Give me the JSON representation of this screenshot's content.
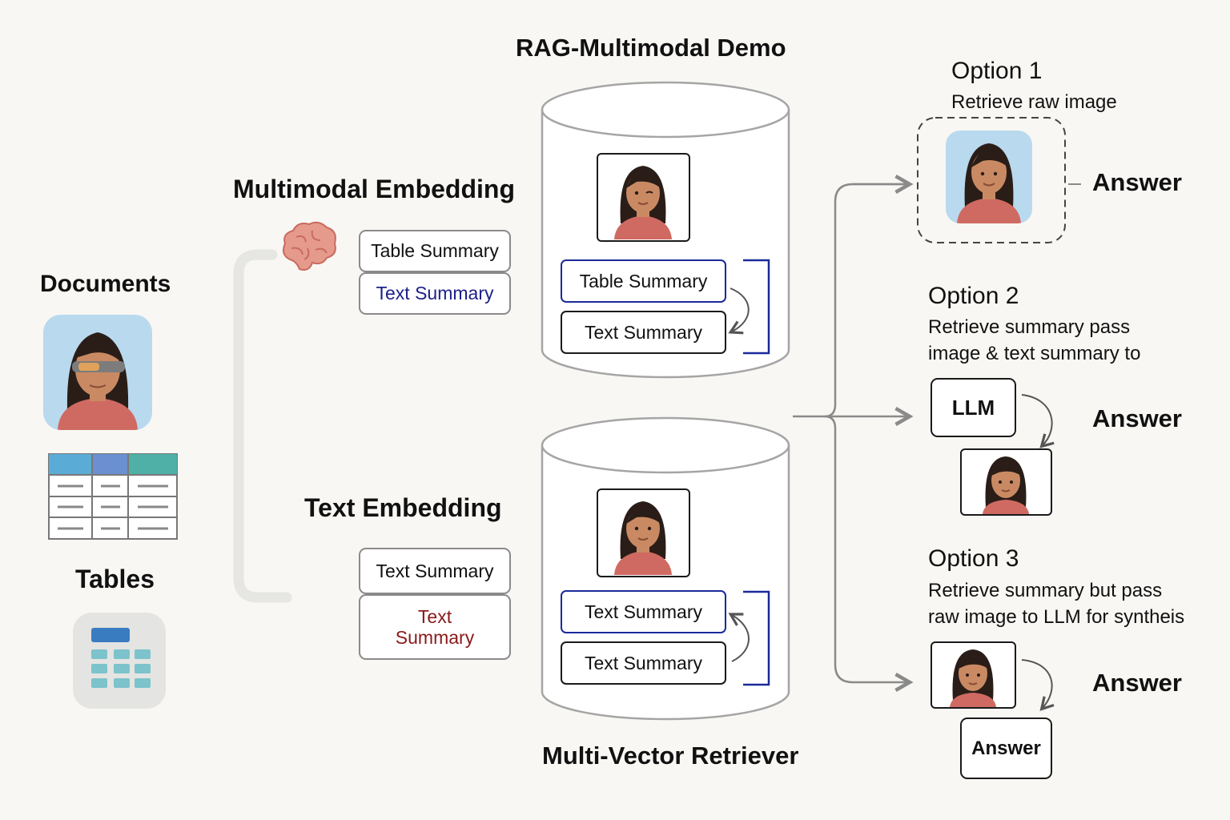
{
  "title": "RAG-Multimodal Demo",
  "footer_title": "Multi-Vector Retriever",
  "sources": {
    "documents_label": "Documents",
    "tables_label": "Tables"
  },
  "embeddings": {
    "multimodal_label": "Multimodal Embedding",
    "multimodal_boxes": [
      "Table Summary",
      "Text Summary"
    ],
    "text_label": "Text Embedding",
    "text_boxes": [
      "Text Summary",
      "Text\nSummary"
    ]
  },
  "stores": {
    "top_boxes": [
      "Table Summary",
      "Text Summary"
    ],
    "bottom_boxes": [
      "Text Summary",
      "Text Summary"
    ]
  },
  "options": [
    {
      "title": "Option 1",
      "desc": "Retrieve raw image",
      "answer": "Answer"
    },
    {
      "title": "Option 2",
      "desc_line1": "Retrieve summary pass",
      "desc_line2": "image & text summary to",
      "llm": "LLM",
      "answer": "Answer"
    },
    {
      "title": "Option 3",
      "desc_line1": "Retrieve summary but pass",
      "desc_line2": "raw image to LLM for syntheis",
      "answer_box": "Answer",
      "answer": "Answer"
    }
  ],
  "icons": [
    "brain-icon",
    "person-avatar-icon",
    "table-icon",
    "calculator-icon"
  ],
  "colors": {
    "box_blue": "#1a2a9a",
    "text_blue": "#1c1f8a",
    "text_red": "#8a1a1a",
    "avatar_bg": "#b9d9ee",
    "shirt": "#cf6a62",
    "skin": "#c98a63",
    "hair": "#2a1d18"
  }
}
